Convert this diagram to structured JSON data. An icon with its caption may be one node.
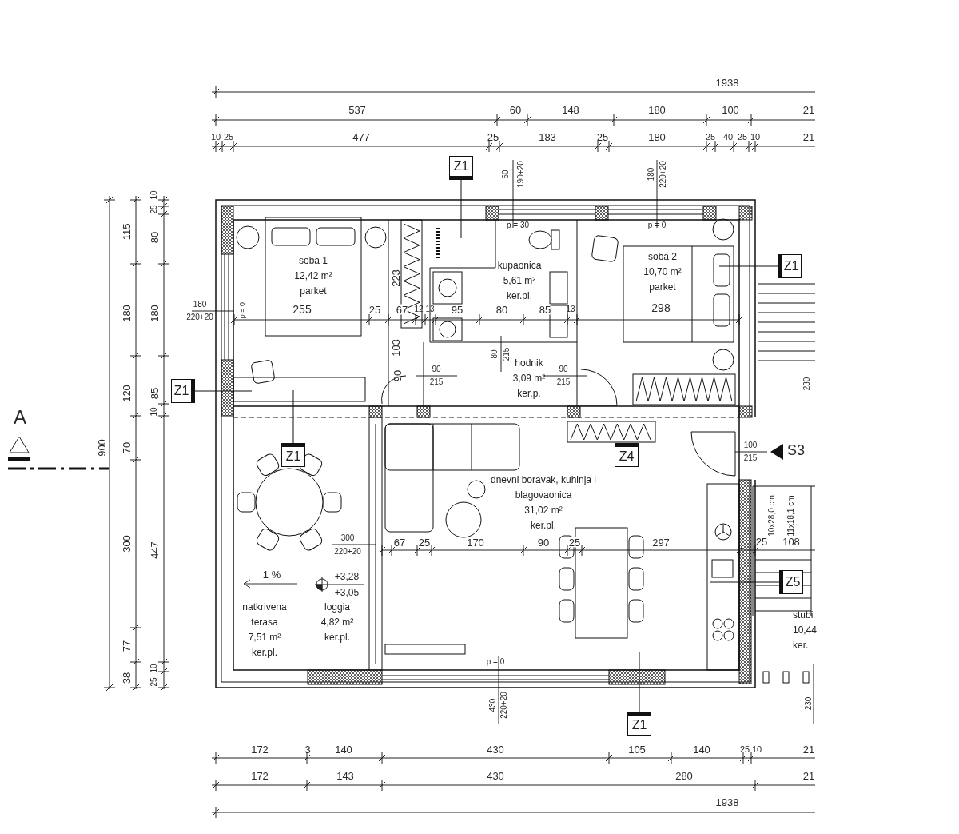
{
  "diagram": {
    "nodes": [
      {
        "text": [
          "soba 1",
          "12,42 m²",
          "parket"
        ]
      },
      {
        "text": [
          "kupaonica",
          "5,61 m²",
          "ker.pl."
        ]
      },
      {
        "text": [
          "soba 2",
          "10,70 m²",
          "parket"
        ]
      },
      {
        "text": [
          "hodnik",
          "3,09 m²",
          "ker.p."
        ]
      },
      {
        "text": [
          "dnevni boravak, kuhinja i blagovaonica",
          "31,02 m²",
          "ker.pl."
        ]
      },
      {
        "text": [
          "natkrivena terasa",
          "7,51 m²",
          "ker.pl."
        ]
      },
      {
        "text": [
          "loggia",
          "4,82 m²",
          "ker.pl."
        ]
      },
      {
        "text": [
          "stubi",
          "10,44",
          "ker."
        ]
      },
      {
        "text": [
          "Z1"
        ]
      },
      {
        "text": [
          "Z1"
        ]
      },
      {
        "text": [
          "Z1"
        ]
      },
      {
        "text": [
          "Z1"
        ]
      },
      {
        "text": [
          "Z4"
        ]
      },
      {
        "text": [
          "Z1"
        ]
      },
      {
        "text": [
          "Z5"
        ]
      }
    ],
    "edges": [
      {
        "from": 8,
        "to": null,
        "arrow": "none"
      },
      {
        "from": 9,
        "to": null,
        "arrow": "none"
      },
      {
        "from": 10,
        "to": null,
        "arrow": "none"
      },
      {
        "from": 11,
        "to": null,
        "arrow": "none"
      },
      {
        "from": 13,
        "to": null,
        "arrow": "none"
      },
      {
        "from": 14,
        "to": null,
        "arrow": "none"
      }
    ],
    "labels": [
      "1938",
      "537",
      "60",
      "148",
      "180",
      "100",
      "21",
      "10",
      "25",
      "477",
      "25",
      "183",
      "25",
      "180",
      "25",
      "40",
      "25",
      "10",
      "21",
      "900",
      "115",
      "180",
      "120",
      "70",
      "300",
      "77",
      "38",
      "10",
      "25",
      "80",
      "180",
      "85",
      "10",
      "447",
      "10",
      "25",
      "172",
      "3",
      "140",
      "430",
      "105",
      "140",
      "25",
      "10",
      "21",
      "172",
      "143",
      "430",
      "280",
      "21",
      "1938",
      "180",
      "220+20",
      "p = 0",
      "255",
      "25",
      "67",
      "12",
      "13",
      "95",
      "80",
      "85",
      "13",
      "298",
      "60",
      "190+20",
      "p = 30",
      "180",
      "220+20",
      "p = 0",
      "223",
      "103",
      "90",
      "90",
      "215",
      "80",
      "215",
      "90",
      "215",
      "230",
      "100",
      "215",
      "S3",
      "10x28,0 cm",
      "11x18,1 cm",
      "25",
      "108",
      "300",
      "220+20",
      "67",
      "25",
      "170",
      "90",
      "25",
      "297",
      "1 %",
      "+3,28",
      "+3,05",
      "p = 0",
      "430",
      "220+20",
      "230",
      "A"
    ]
  }
}
